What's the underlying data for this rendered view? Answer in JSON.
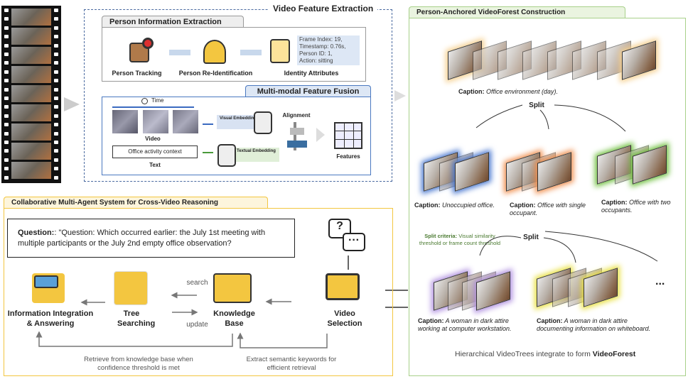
{
  "vfe": {
    "title": "Video Feature Extraction",
    "pie": {
      "title": "Person Information Extraction",
      "steps": [
        "Person Tracking",
        "Person Re-Identification",
        "Identity Attributes"
      ],
      "attributes": [
        "Frame Index: 19,",
        "Timestamp: 0.76s,",
        "Person ID: 1,",
        "Action: sitting"
      ]
    },
    "mff": {
      "title": "Multi-modal Feature Fusion",
      "time": "Time",
      "video": "Video",
      "text_box": "Office activity context",
      "text": "Text",
      "visual": "Visual Embedding",
      "textual": "Textual Embedding",
      "alignment": "Alignment",
      "features": "Features"
    }
  },
  "forest": {
    "title": "Person-Anchored VideoForest Construction",
    "root_caption": {
      "label": "Caption:",
      "text": "Office environment (day)."
    },
    "split": "Split",
    "level1": [
      {
        "label": "Caption:",
        "text": "Unoccupied office.",
        "color": "#4a78d0"
      },
      {
        "label": "Caption:",
        "text": "Office with single occupant.",
        "color": "#f09050"
      },
      {
        "label": "Caption:",
        "text": "Office with two occupants.",
        "color": "#70c040"
      }
    ],
    "criteria": {
      "label": "Split criteria:",
      "text": "Visual similarity threshold or frame count threshold"
    },
    "level2": [
      {
        "label": "Caption:",
        "text": "A woman in dark attire working at computer workstation.",
        "color": "#b090e0"
      },
      {
        "label": "Caption:",
        "text": "A woman in dark attire documenting information on whiteboard.",
        "color": "#e8e040"
      }
    ],
    "ellipsis": "...",
    "footer": {
      "text": "Hierarchical VideoTrees integrate to form ",
      "bold": "VideoForest"
    }
  },
  "agents": {
    "title": "Collaborative Multi-Agent System for Cross-Video Reasoning",
    "question_label": "Question:",
    "question": ": \"Question: Which occurred earlier: the July 1st meeting with multiple participants or the July 2nd empty office observation?",
    "nodes": [
      "Information Integration & Answering",
      "Tree Searching",
      "Knowledge Base",
      "Video Selection"
    ],
    "search": "search",
    "update": "update",
    "retrieve": "Retrieve from knowledge base when confidence threshold is met",
    "extract": "Extract semantic keywords for efficient retrieval"
  }
}
